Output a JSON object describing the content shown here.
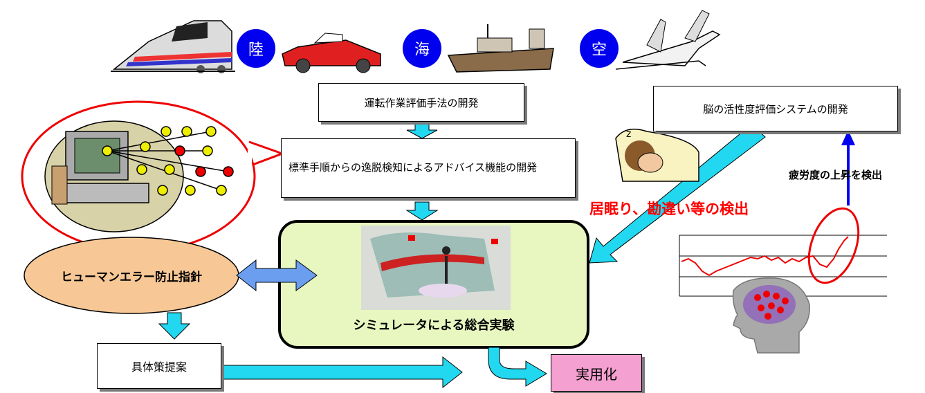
{
  "transport": {
    "land": "陸",
    "sea": "海",
    "air": "空"
  },
  "boxes": {
    "driving_eval": "運転作業評価手法の開発",
    "advice": "標準手順からの逸脱検知によるアドバイス機能の開発",
    "brain_eval": "脳の活性度評価システムの開発",
    "concrete": "具体策提案",
    "practical": "実用化"
  },
  "guideline": "ヒューマンエラー防止指針",
  "simulator": "シミュレータによる総合実験",
  "detect_sleep": "居眠り、勘違い等の検出",
  "detect_fatigue": "疲労度の上昇を検出",
  "colors": {
    "cyan_arrow": "#22d8f0",
    "guideline_fill": "#f7c896",
    "simulator_fill": "#e8f7c0",
    "practical_fill": "#f4a0d0",
    "red_text": "#ff0000",
    "circle_blue": "#0000ee"
  }
}
